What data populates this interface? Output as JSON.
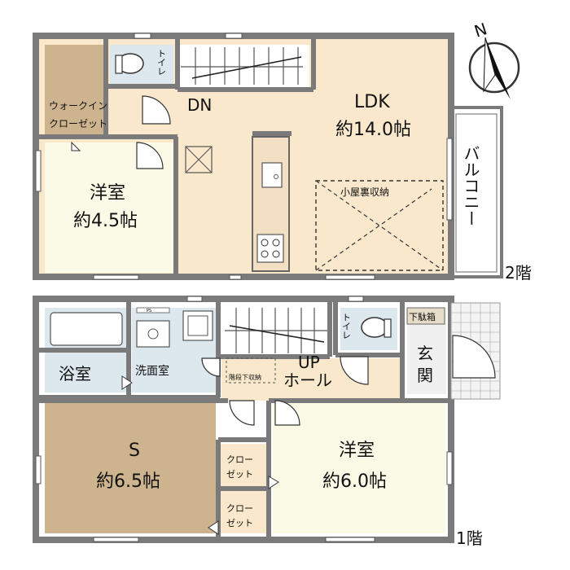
{
  "compass": {
    "north_label": "N"
  },
  "floor2": {
    "floor_label": "2階",
    "rooms": {
      "ldk_name": "LDK",
      "ldk_size": "約14.0帖",
      "western_name": "洋室",
      "western_size": "約4.5帖",
      "walkin_line1": "ウォークイン",
      "walkin_line2": "クローゼット",
      "toilet": "トイレ",
      "stairs_down": "DN",
      "loft": "小屋裏収納",
      "balcony": "バルコニー"
    }
  },
  "floor1": {
    "floor_label": "1階",
    "rooms": {
      "bath": "浴室",
      "washroom": "洗面室",
      "under_stairs": "階段下収納",
      "stairs_up": "UP",
      "hall": "ホール",
      "toilet": "トイレ",
      "shoe_box": "下駄箱",
      "entrance_line1": "玄",
      "entrance_line2": "関",
      "s_name": "S",
      "s_size": "約6.5帖",
      "western_name": "洋室",
      "western_size": "約6.0帖",
      "closet_line1": "クロー",
      "closet_line2": "ゼット",
      "ps": "PS"
    }
  },
  "colors": {
    "wall": "#7a7a7a",
    "floor_light": "#f9e8cc",
    "floor_tan": "#cdb48f",
    "tatami_green": "#fbfae6",
    "wet_area": "#dde8ee"
  }
}
